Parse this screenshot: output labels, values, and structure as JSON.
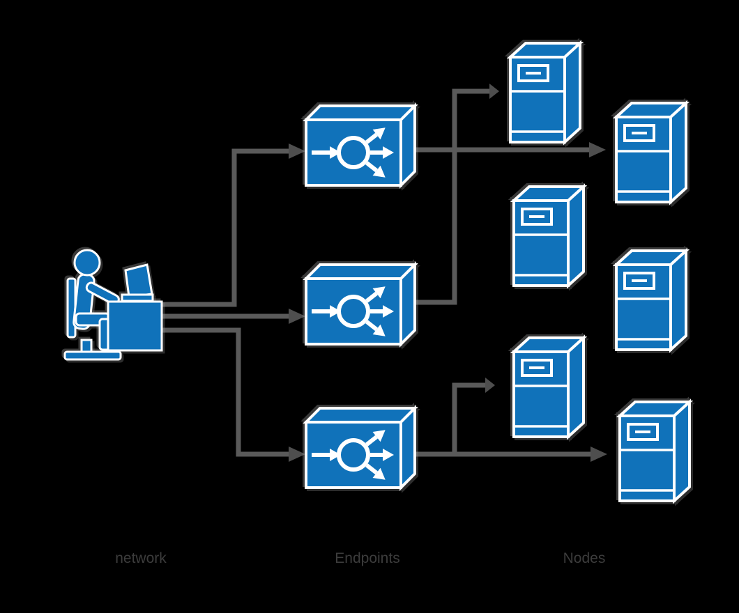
{
  "colors": {
    "background": "#000000",
    "shape_fill": "#1072BA",
    "shape_stroke": "#ffffff",
    "connector": "#5a5a5a",
    "arrowhead": "#4e4e4e",
    "label_text": "#3c3c3c"
  },
  "labels": {
    "network": "network",
    "endpoints": "Endpoints",
    "nodes": "Nodes"
  },
  "icons": {
    "user": "user-at-workstation-icon",
    "load_balancers": [
      "load-balancer-icon-1",
      "load-balancer-icon-2",
      "load-balancer-icon-3"
    ],
    "servers": [
      "server-icon-1",
      "server-icon-2",
      "server-icon-3",
      "server-icon-4",
      "server-icon-5",
      "server-icon-6"
    ]
  }
}
